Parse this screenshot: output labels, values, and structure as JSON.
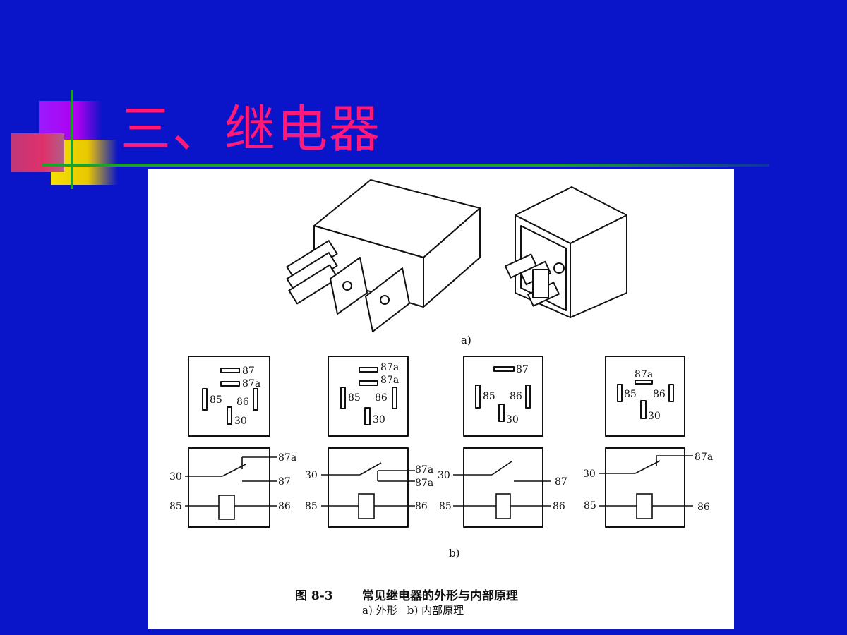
{
  "slide": {
    "title": "三、继电器"
  },
  "figure": {
    "label_a": "a)",
    "label_b": "b)",
    "caption_number": "图 8-3",
    "caption_title": "常见继电器的外形与内部原理",
    "subcaption": "a) 外形   b) 内部原理",
    "pinouts": [
      {
        "pins": [
          "87",
          "87a",
          "85",
          "86",
          "30"
        ]
      },
      {
        "pins": [
          "87a",
          "87a",
          "85",
          "86",
          "30"
        ]
      },
      {
        "pins": [
          "87",
          "85",
          "86",
          "30"
        ]
      },
      {
        "pins": [
          "87a",
          "85",
          "86",
          "30"
        ]
      }
    ],
    "schematics": [
      {
        "labels": [
          "30",
          "87a",
          "87",
          "85",
          "86"
        ]
      },
      {
        "labels": [
          "30",
          "87a",
          "87a",
          "85",
          "86"
        ]
      },
      {
        "labels": [
          "30",
          "87",
          "85",
          "86"
        ]
      },
      {
        "labels": [
          "30",
          "87a",
          "85",
          "86"
        ]
      }
    ]
  },
  "colors": {
    "background": "#0a14c8",
    "title": "#ff1a7a",
    "accent_green": "#1fa02a",
    "accent_purple": "#9a1aff",
    "accent_yellow": "#f5e000",
    "accent_pink": "#e0306a"
  }
}
